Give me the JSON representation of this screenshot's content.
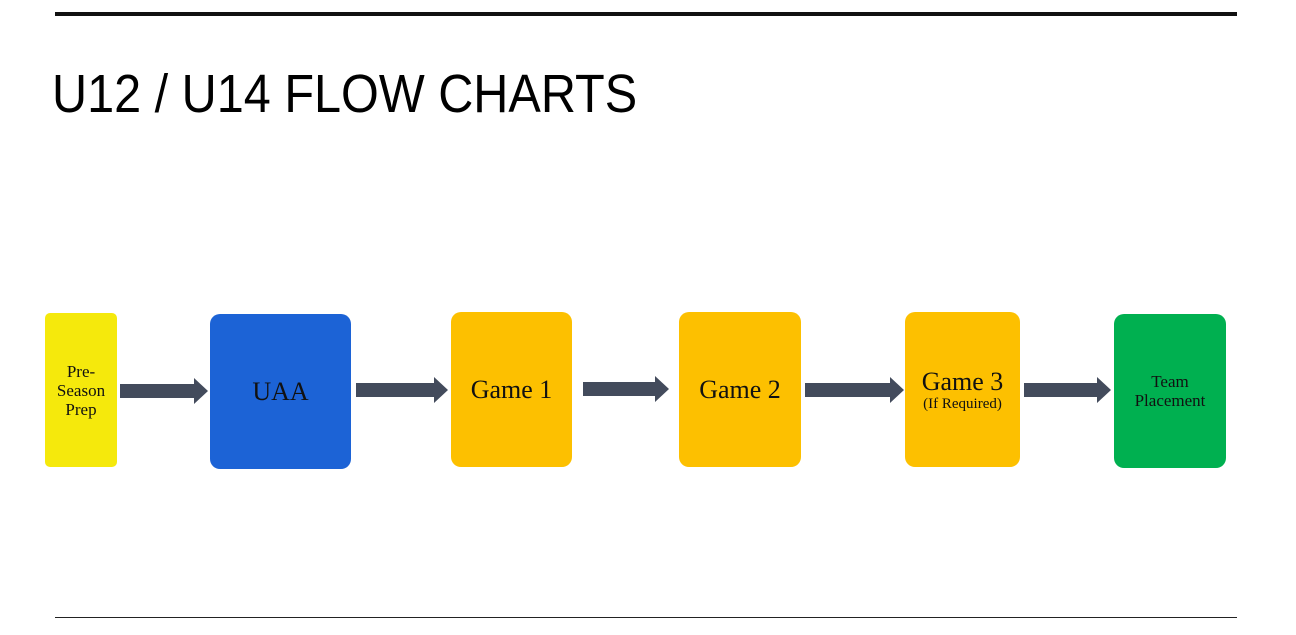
{
  "title": "U12 / U14 FLOW CHARTS",
  "colors": {
    "rule": "#111111",
    "arrow": "#434b5c",
    "yellow": "#f5e90c",
    "blue": "#1c63d6",
    "amber": "#fdc000",
    "green": "#00b050"
  },
  "steps": [
    {
      "lines": [
        "Pre-",
        "Season",
        "Prep"
      ],
      "color": "#f5e90c"
    },
    {
      "label": "UAA",
      "color": "#1c63d6"
    },
    {
      "label": "Game 1",
      "color": "#fdc000"
    },
    {
      "label": "Game 2",
      "color": "#fdc000"
    },
    {
      "label": "Game 3",
      "sublabel": "(If Required)",
      "color": "#fdc000"
    },
    {
      "lines": [
        "Team",
        "Placement"
      ],
      "color": "#00b050"
    }
  ]
}
